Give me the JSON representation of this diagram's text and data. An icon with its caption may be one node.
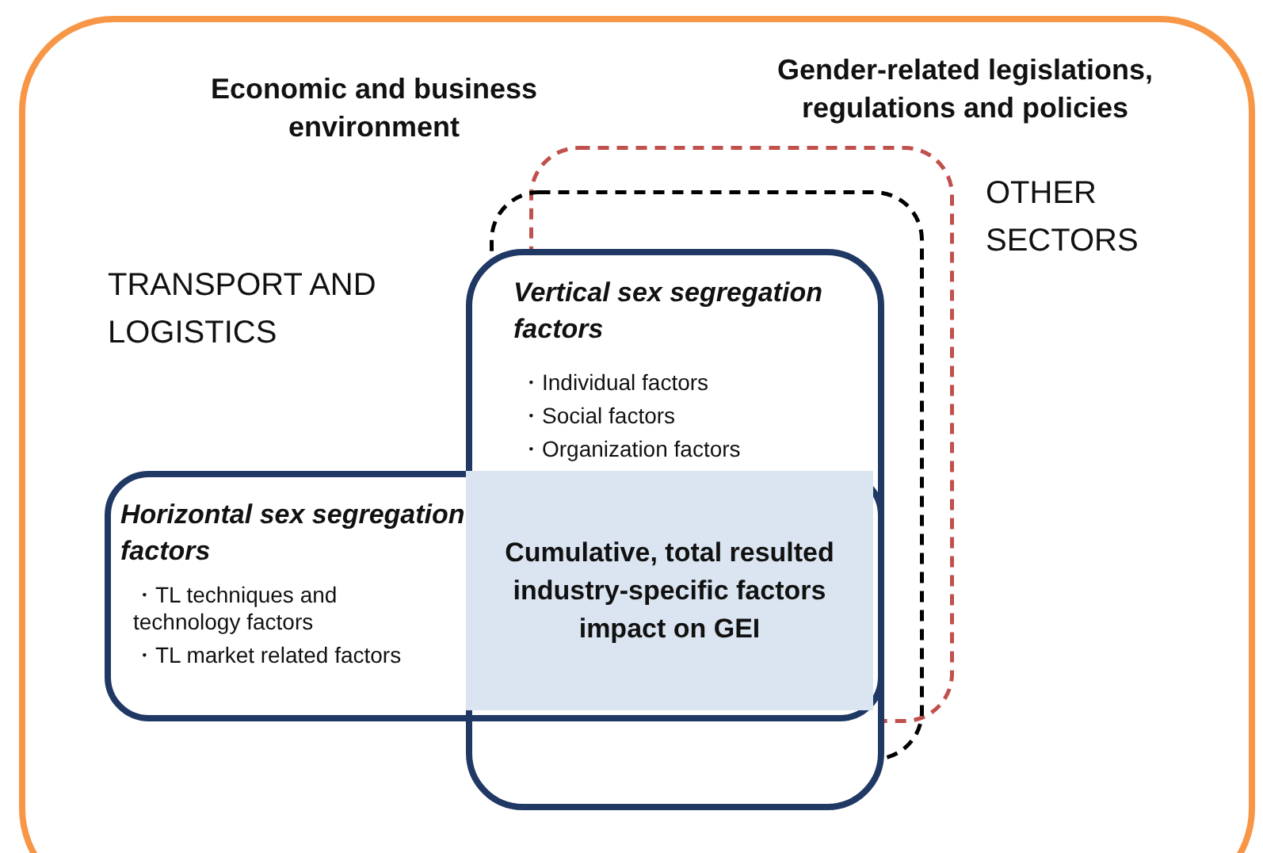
{
  "diagram": {
    "nodes": [
      {
        "text": [
          "Economic and business environment"
        ]
      },
      {
        "text": [
          "Gender-related legislations, regulations and policies"
        ],
        "in": 0
      },
      {
        "text": [],
        "shape": "box",
        "in": 0
      },
      {
        "text": [
          "Vertical sex segregation factors",
          "・Individual factors",
          "・Social factors",
          "・Organization factors"
        ],
        "in": 0
      },
      {
        "text": [
          "Horizontal sex segregation factors",
          "・TL techniques and technology factors",
          "・TL market related factors"
        ],
        "in": 0
      },
      {
        "text": [
          "Cumulative, total resulted industry-specific factors impact on GEI"
        ]
      }
    ],
    "labels": [
      "TRANSPORT AND LOGISTICS",
      "OTHER SECTORS"
    ]
  }
}
